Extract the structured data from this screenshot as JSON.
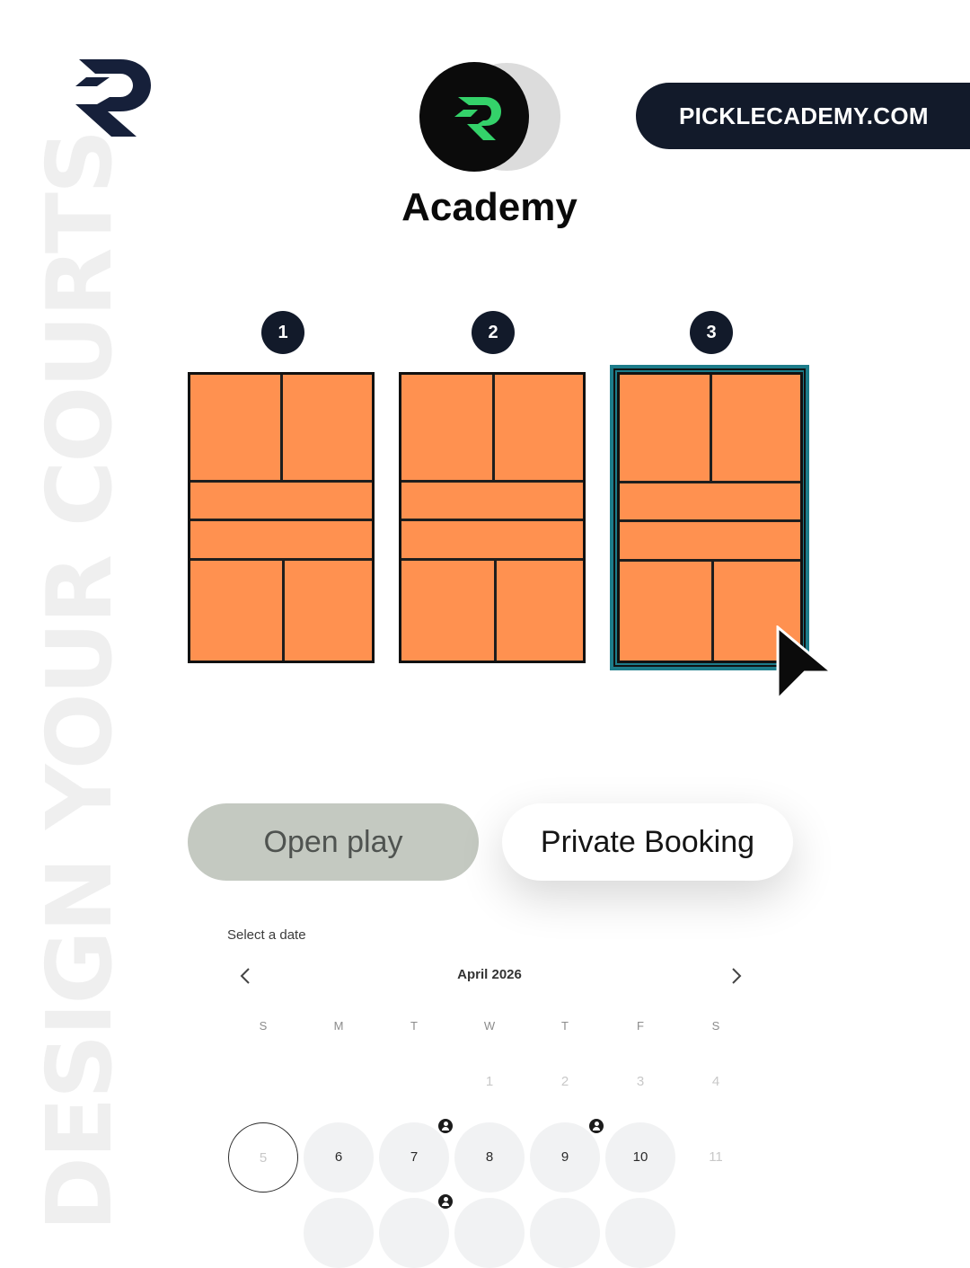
{
  "watermark": {
    "text": "DESIGN YOUR COURTS"
  },
  "header": {
    "url_label": "PICKLECADEMY.COM",
    "academy_name": "Academy",
    "brand_logo_icon": "brand-r-logo-icon",
    "avatar_icon": "academy-r-avatar-icon",
    "accent_green": "#34d26a",
    "navy": "#121a2a"
  },
  "courts": {
    "items": [
      {
        "number": "1",
        "selected": false
      },
      {
        "number": "2",
        "selected": false
      },
      {
        "number": "3",
        "selected": true
      }
    ],
    "court_color": "#ff9150",
    "selection_color": "#1d7c8a",
    "cursor_icon": "arrow-cursor-icon"
  },
  "booking_types": {
    "open_play": "Open play",
    "private_booking": "Private Booking",
    "selected": "Private Booking"
  },
  "calendar": {
    "label": "Select a date",
    "month": "April 2026",
    "prev_icon": "chevron-left-icon",
    "next_icon": "chevron-right-icon",
    "weekdays": [
      "S",
      "M",
      "T",
      "W",
      "T",
      "F",
      "S"
    ],
    "row1": [
      "1",
      "2",
      "3",
      "4"
    ],
    "row2": [
      "5",
      "6",
      "7",
      "8",
      "9",
      "10",
      "11"
    ],
    "badge_icon": "user-badge-icon"
  }
}
